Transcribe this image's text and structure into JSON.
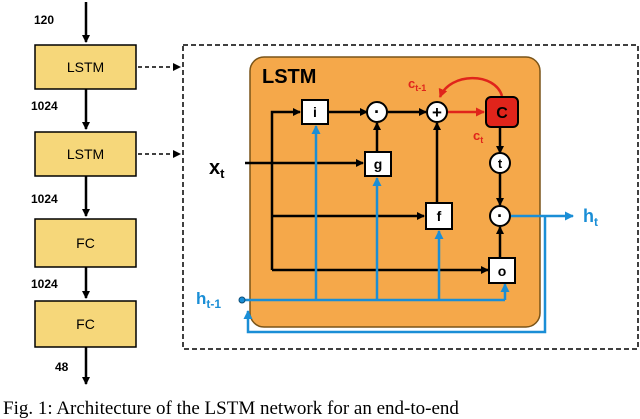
{
  "diagram": {
    "left_stack": {
      "input_dim": "120",
      "blocks": [
        {
          "label": "LSTM",
          "out_dim": "1024"
        },
        {
          "label": "LSTM",
          "out_dim": "1024"
        },
        {
          "label": "FC",
          "out_dim": "1024"
        },
        {
          "label": "FC",
          "out_dim": "48"
        }
      ]
    },
    "cell": {
      "title": "LSTM",
      "gates": {
        "i": "i",
        "g": "g",
        "f": "f",
        "o": "o",
        "t": "t",
        "c": "C"
      },
      "mult_symbol": "·",
      "add_symbol": "+",
      "labels": {
        "c_prev": "c",
        "c_prev_sub": "t-1",
        "c_cur": "c",
        "c_cur_sub": "t",
        "x": "x",
        "x_sub": "t",
        "h_prev": "h",
        "h_prev_sub": "t-1",
        "h_cur": "h",
        "h_cur_sub": "t"
      }
    },
    "colors": {
      "block_fill": "#f6d77a",
      "cell_fill": "#f5a84a",
      "cell_state": "#e0241b",
      "hidden_state": "#1a8ed6"
    }
  },
  "caption": "Fig. 1: Architecture of the LSTM network for an end-to-end"
}
